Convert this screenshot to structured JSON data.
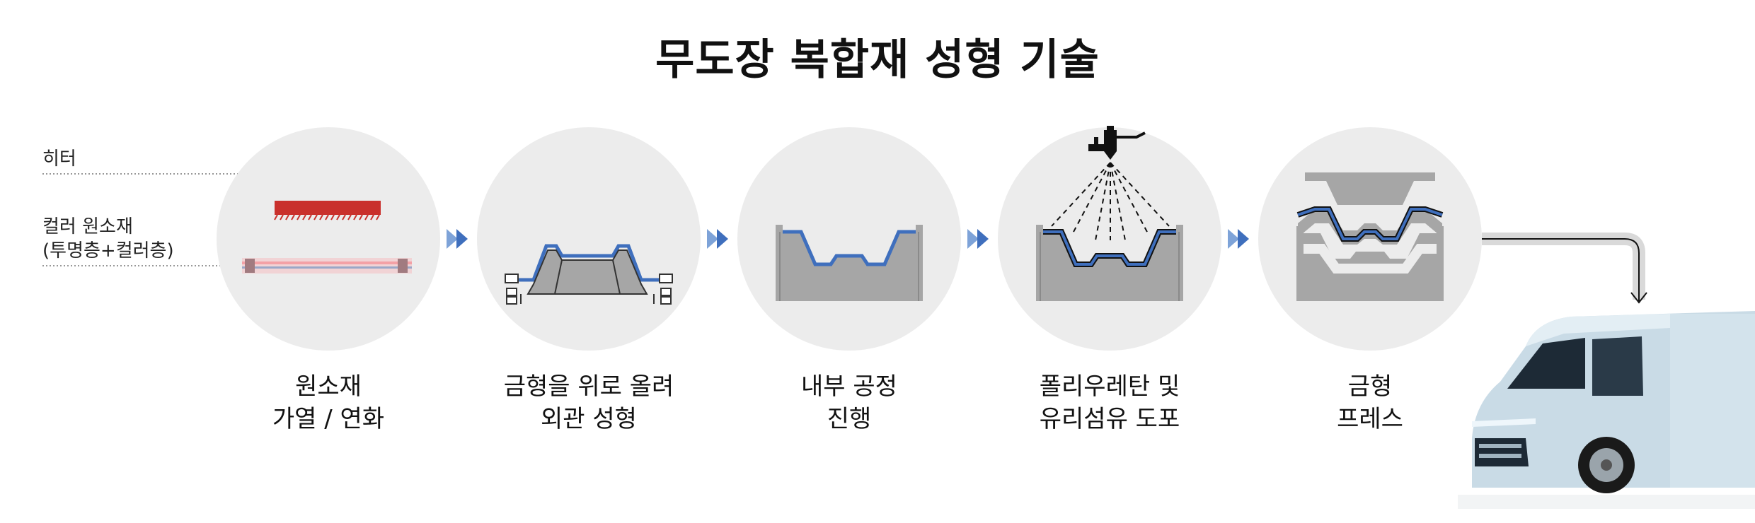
{
  "title": "무도장 복합재 성형 기술",
  "side_labels": {
    "heater": "히터",
    "color_material_line1": "컬러 원소재",
    "color_material_line2": "(투명층+컬러층)"
  },
  "steps": [
    {
      "line1": "원소재",
      "line2": "가열 / 연화"
    },
    {
      "line1": "금형을 위로 올려",
      "line2": "외관 성형"
    },
    {
      "line1": "내부 공정",
      "line2": "진행"
    },
    {
      "line1": "폴리우레탄 및",
      "line2": "유리섬유 도포"
    },
    {
      "line1": "금형",
      "line2": "프레스"
    }
  ],
  "colors": {
    "circle_bg": "#ececec",
    "mold_gray": "#a6a6a6",
    "sheet_blue": "#3f6fbd",
    "heater_red": "#c9302c",
    "arrow_blue": "#3f6fbd",
    "truck_body": "#c9dbe6"
  },
  "icons": [
    "chevron-double-right-icon",
    "spray-gun-icon",
    "down-arrow-icon",
    "van-illustration"
  ]
}
